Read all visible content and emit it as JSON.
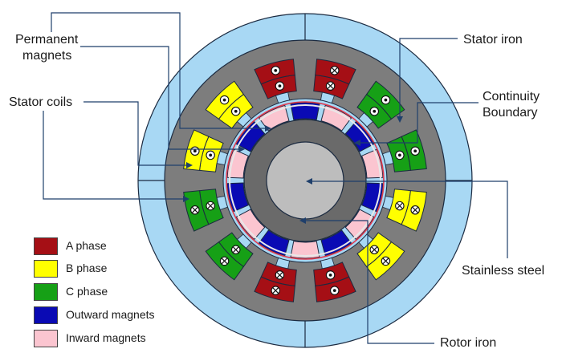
{
  "labels": {
    "permanent_magnets": [
      "Permanent",
      "magnets"
    ],
    "stator_iron": "Stator iron",
    "continuity_boundary": [
      "Continuity",
      "Boundary"
    ],
    "stator_coils": "Stator coils",
    "stainless_steel": "Stainless steel",
    "rotor_iron": "Rotor iron"
  },
  "legend": [
    {
      "label": "A phase",
      "color": "#a50f15"
    },
    {
      "label": "B phase",
      "color": "#ffff00"
    },
    {
      "label": "C phase",
      "color": "#16a016"
    },
    {
      "label": "Outward magnets",
      "color": "#0a0ab4"
    },
    {
      "label": "Inward magnets",
      "color": "#fbc5d0"
    }
  ],
  "colors": {
    "outer_air": "#a8d8f4",
    "stator_iron": "#7d7d7d",
    "rotor_iron": "#6a6a6a",
    "shaft": "#bdbdbd",
    "stainless_steel": "#d8d8d8",
    "continuity_boundary": "#e0394e",
    "leader": "#1f3f6b"
  },
  "coil_slots": [
    {
      "color": "#a50f15",
      "symbol": "dot"
    },
    {
      "color": "#a50f15",
      "symbol": "cross"
    },
    {
      "color": "#16a016",
      "symbol": "dot"
    },
    {
      "color": "#16a016",
      "symbol": "dot"
    },
    {
      "color": "#ffff00",
      "symbol": "cross"
    },
    {
      "color": "#ffff00",
      "symbol": "cross"
    },
    {
      "color": "#a50f15",
      "symbol": "dot"
    },
    {
      "color": "#a50f15",
      "symbol": "cross"
    },
    {
      "color": "#16a016",
      "symbol": "cross"
    },
    {
      "color": "#16a016",
      "symbol": "cross"
    },
    {
      "color": "#ffff00",
      "symbol": "dot"
    },
    {
      "color": "#ffff00",
      "symbol": "dot"
    }
  ],
  "rotor_magnets": [
    "outward",
    "inward",
    "outward",
    "inward",
    "outward",
    "inward",
    "outward",
    "inward",
    "outward",
    "inward",
    "outward",
    "inward",
    "outward",
    "inward"
  ]
}
